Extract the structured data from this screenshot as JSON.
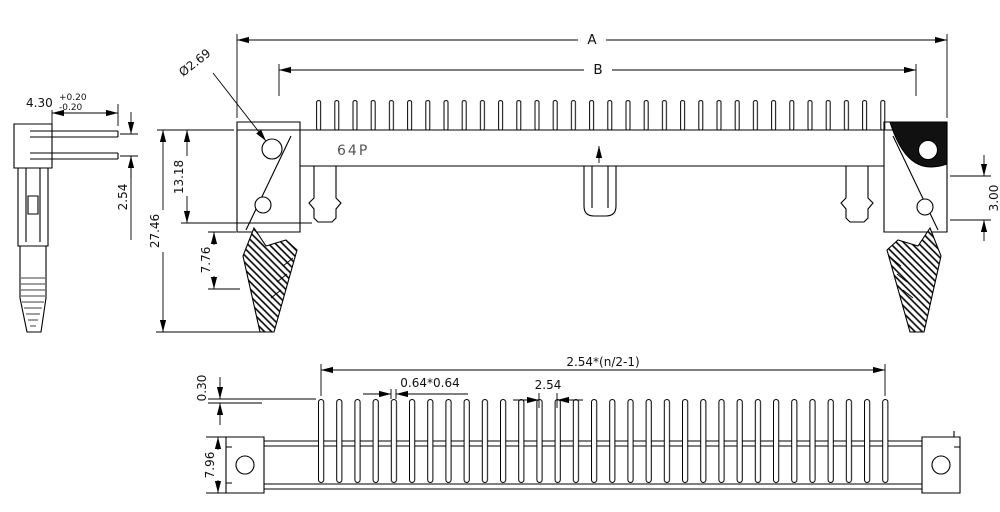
{
  "meta": {
    "background_color": "#ffffff",
    "line_color": "#000000",
    "text_color": "#111111"
  },
  "front_view": {
    "overall_dim": "A",
    "inner_dim": "B",
    "hole_dia_dim": "Ø2.69",
    "part_label": "64P",
    "body_height_dim": "13.18",
    "total_height_dim": "27.46",
    "latch_height_dim": "7.76",
    "right_offset_dim": "3.00"
  },
  "side_view": {
    "pin_length_dim": "4.30",
    "tol_plus": "+0.20",
    "tol_minus": "-0.20",
    "row_pitch_dim": "2.54"
  },
  "bottom_view": {
    "pin_span_formula": "2.54*(n/2-1)",
    "pin_cross_section": "0.64*0.64",
    "pin_pitch": "2.54",
    "tip_offset": "0.30",
    "body_width": "7.96"
  }
}
